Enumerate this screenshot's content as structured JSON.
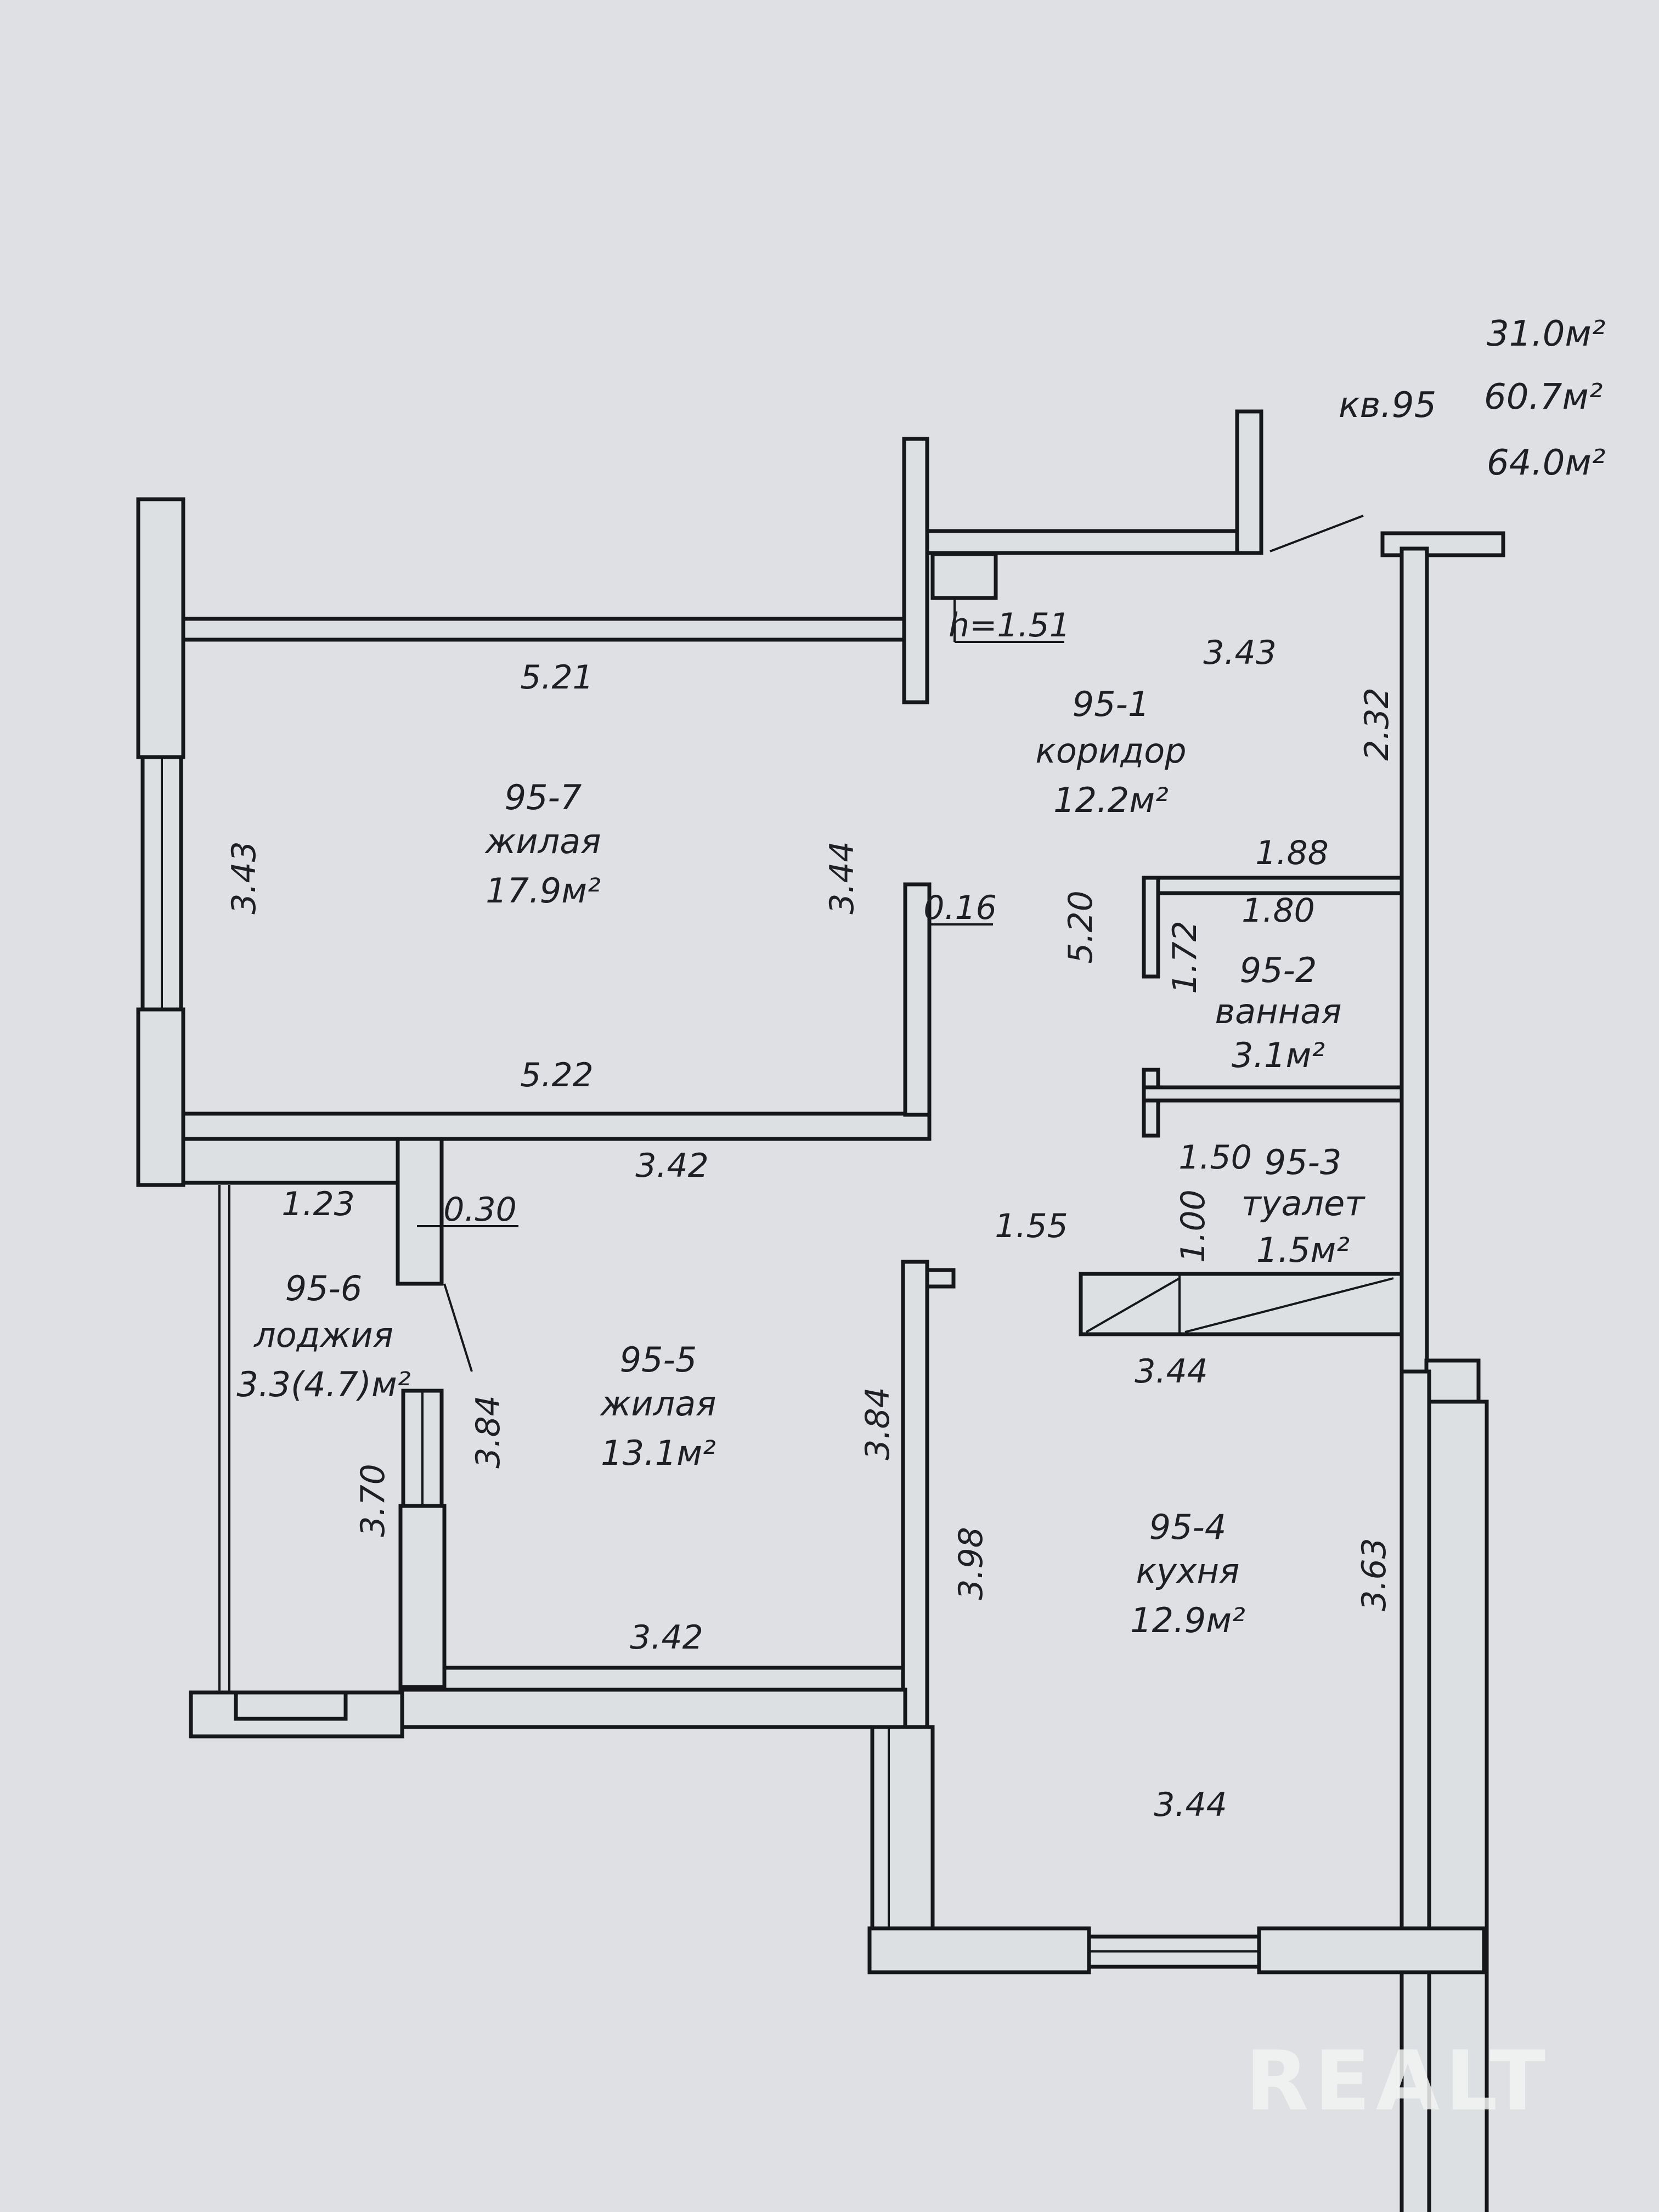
{
  "apartment": {
    "number": "кв.95",
    "areas": [
      "31.0м²",
      "60.7м²",
      "64.0м²"
    ]
  },
  "rooms": [
    {
      "code": "95-7",
      "name": "жилая",
      "area": "17.9м²"
    },
    {
      "code": "95-1",
      "name": "коридор",
      "area": "12.2м²"
    },
    {
      "code": "95-2",
      "name": "ванная",
      "area": "3.1м²"
    },
    {
      "code": "95-3",
      "name": "туалет",
      "area": "1.5м²"
    },
    {
      "code": "95-6",
      "name": "лоджия",
      "area": "3.3(4.7)м²"
    },
    {
      "code": "95-5",
      "name": "жилая",
      "area": "13.1м²"
    },
    {
      "code": "95-4",
      "name": "кухня",
      "area": "12.9м²"
    }
  ],
  "dimensions": {
    "d_5_21": "5.21",
    "d_3_43_left": "3.43",
    "d_3_44_mid": "3.44",
    "d_5_22": "5.22",
    "d_0_16": "0.16",
    "d_h": "h=1.51",
    "d_3_43_corr": "3.43",
    "d_2_32": "2.32",
    "d_5_20": "5.20",
    "d_1_88": "1.88",
    "d_1_80": "1.80",
    "d_1_72": "1.72",
    "d_1_50": "1.50",
    "d_1_00": "1.00",
    "d_1_55": "1.55",
    "d_3_42_top": "3.42",
    "d_1_23": "1.23",
    "d_0_30": "0.30",
    "d_3_84_left": "3.84",
    "d_3_84_right": "3.84",
    "d_3_70": "3.70",
    "d_3_42_bottom": "3.42",
    "d_3_44_kitchen_top": "3.44",
    "d_3_98": "3.98",
    "d_3_63": "3.63",
    "d_3_44_kitchen_bottom": "3.44"
  },
  "watermark": "REALT"
}
